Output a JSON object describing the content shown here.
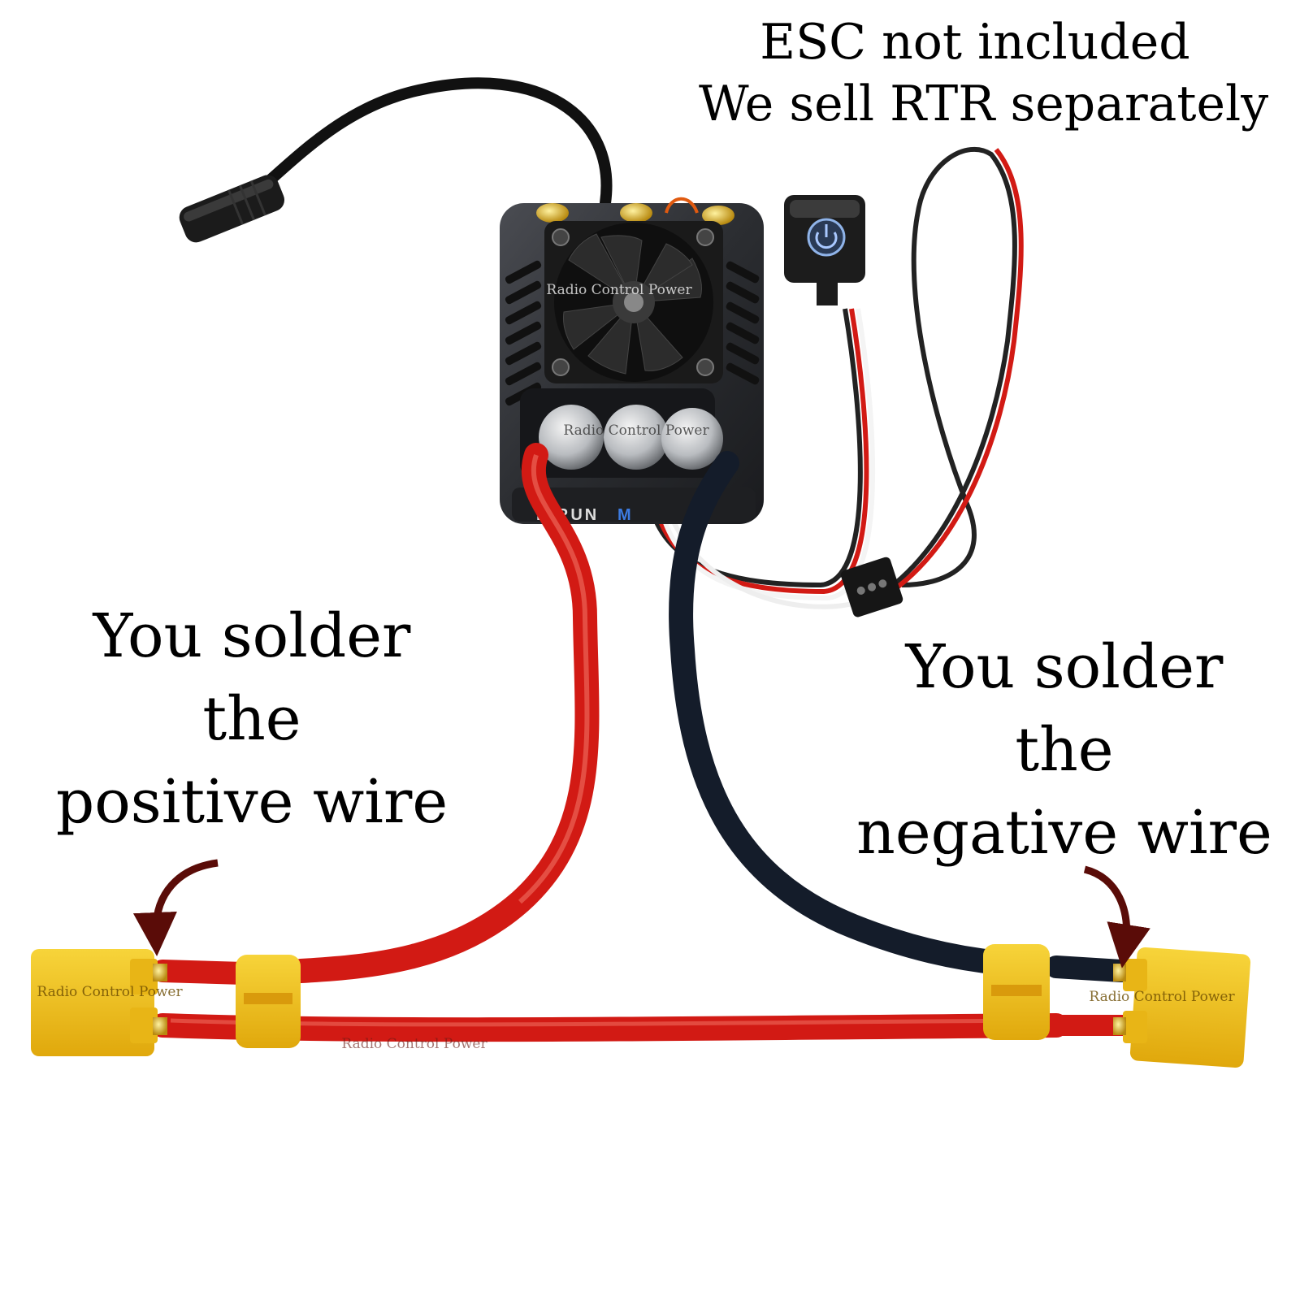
{
  "top_note": {
    "line1": "ESC not included",
    "line2": "We sell RTR separately"
  },
  "left_note": {
    "line1": "You solder",
    "line2": "the",
    "line3": "positive wire"
  },
  "right_note": {
    "line1": "You solder",
    "line2": "the",
    "line3": "negative wire"
  },
  "watermarks": {
    "fan": "Radio Control Power",
    "capacitors": "Radio Control Power",
    "left_plug": "Radio Control Power",
    "right_plug": "Radio Control Power",
    "lower_wire": "Radio Control Power"
  },
  "colors": {
    "red_wire": "#d21a14",
    "black_wire": "#141c2a",
    "connector_yellow": "#f2c31a",
    "esc_body": "#2b2d31",
    "arrow": "#5a0c08"
  },
  "icons": {
    "power_switch": "power-icon",
    "cooling_fan": "fan-icon"
  }
}
